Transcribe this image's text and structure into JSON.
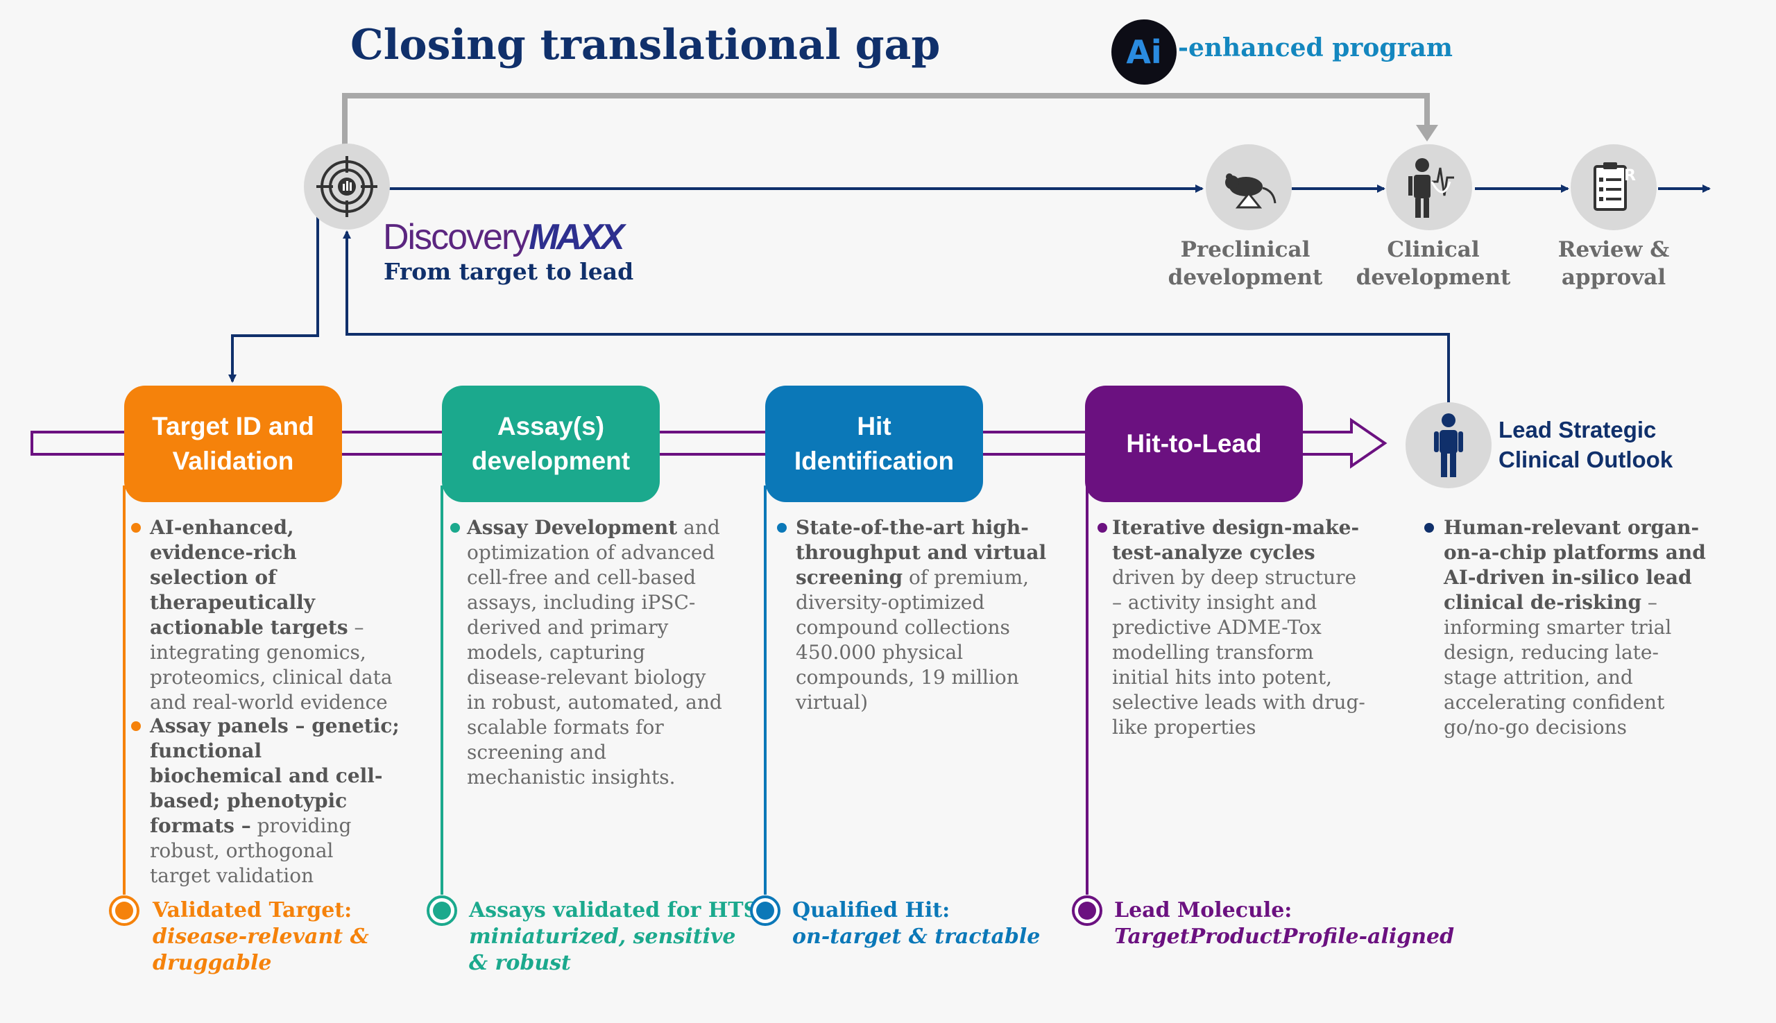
{
  "header": {
    "title": "Closing translational gap",
    "ai_badge": "Ai",
    "ai_label": "-enhanced program"
  },
  "brand": {
    "name_part1": "Discovery",
    "name_part2": "MAXX",
    "subtitle": "From target to lead"
  },
  "phases": [
    {
      "label_line1": "Preclinical",
      "label_line2": "development",
      "icon": "rat-icon"
    },
    {
      "label_line1": "Clinical",
      "label_line2": "development",
      "icon": "doctor-icon"
    },
    {
      "label_line1": "Review &",
      "label_line2": "approval",
      "icon": "prescription-icon"
    }
  ],
  "stages": [
    {
      "line1": "Target ID and",
      "line2": "Validation",
      "color": "#f5820b"
    },
    {
      "line1": "Assay(s)",
      "line2": "development",
      "color": "#1ba98d"
    },
    {
      "line1": "Hit",
      "line2": "Identification",
      "color": "#0b78b8"
    },
    {
      "line1": "Hit-to-Lead",
      "line2": "",
      "color": "#6b1180"
    }
  ],
  "lead": {
    "title_line1": "Lead Strategic",
    "title_line2": "Clinical Outlook",
    "color": "#10306b"
  },
  "descriptions": {
    "target_1_bold": "AI-enhanced, evidence-rich selection of therapeutically actionable targets",
    "target_1_rest": " – integrating genomics, proteomics, clinical data and real-world evidence",
    "target_2_bold": "Assay panels – genetic; functional biochemical and cell-based; phenotypic formats –",
    "target_2_rest": " providing robust, orthogonal target validation",
    "assay_bold": "Assay Development",
    "assay_rest": " and optimization of advanced cell-free and cell-based assays, including iPSC-derived and primary models, capturing disease-relevant biology in robust, automated, and scalable formats for screening and mechanistic insights.",
    "hit_bold": "State-of-the-art high-throughput and virtual screening",
    "hit_rest": " of premium, diversity-optimized compound collections 450.000 physical compounds, 19 million virtual)",
    "h2l_bold": "Iterative design-make-test-analyze cycles",
    "h2l_rest": " driven by deep structure – activity insight and predictive ADME-Tox modelling transform initial hits into potent, selective leads with drug-like properties",
    "lead_bold": "Human-relevant organ-on-a-chip platforms and AI-driven in-silico lead clinical de-risking",
    "lead_rest": " – informing smarter trial design, reducing late-stage attrition, and accelerating confident go/no-go decisions"
  },
  "outcomes": [
    {
      "title": "Validated Target:",
      "sub_line1": "disease-relevant &",
      "sub_line2": "druggable",
      "color": "#f5820b"
    },
    {
      "title": "Assays validated for HTS:",
      "sub_line1": "miniaturized, sensitive",
      "sub_line2": "& robust",
      "color": "#1ba98d"
    },
    {
      "title": "Qualified Hit:",
      "sub_line1": "on-target & tractable",
      "sub_line2": "",
      "color": "#0b78b8"
    },
    {
      "title": "Lead Molecule:",
      "sub_line1": "TargetProductProfile-aligned",
      "sub_line2": "",
      "color": "#6b1180"
    }
  ]
}
